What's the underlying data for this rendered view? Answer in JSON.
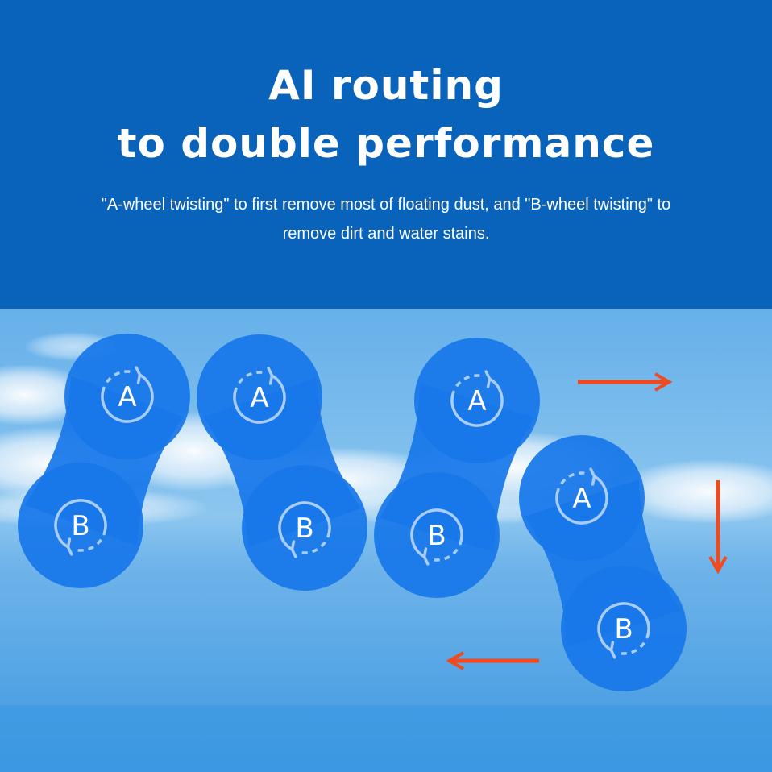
{
  "header": {
    "title_line1": "AI routing",
    "title_line2": "to double performance",
    "description": "\"A-wheel twisting\" to first remove most of floating dust, and  \"B-wheel twisting\" to remove dirt and water stains."
  },
  "pads": [
    {
      "wheel_a": "A",
      "wheel_b": "B"
    },
    {
      "wheel_a": "A",
      "wheel_b": "B"
    },
    {
      "wheel_a": "A",
      "wheel_b": "B"
    },
    {
      "wheel_a": "A",
      "wheel_b": "B"
    }
  ],
  "arrows": [
    "arrow-right",
    "arrow-down",
    "arrow-left"
  ],
  "colors": {
    "header_bg": "#0963bb",
    "pad_fill": "#1877ea",
    "arrow": "#f04a1e",
    "sky_top": "#5ba8e8",
    "sky_bottom": "#3a95e0"
  }
}
